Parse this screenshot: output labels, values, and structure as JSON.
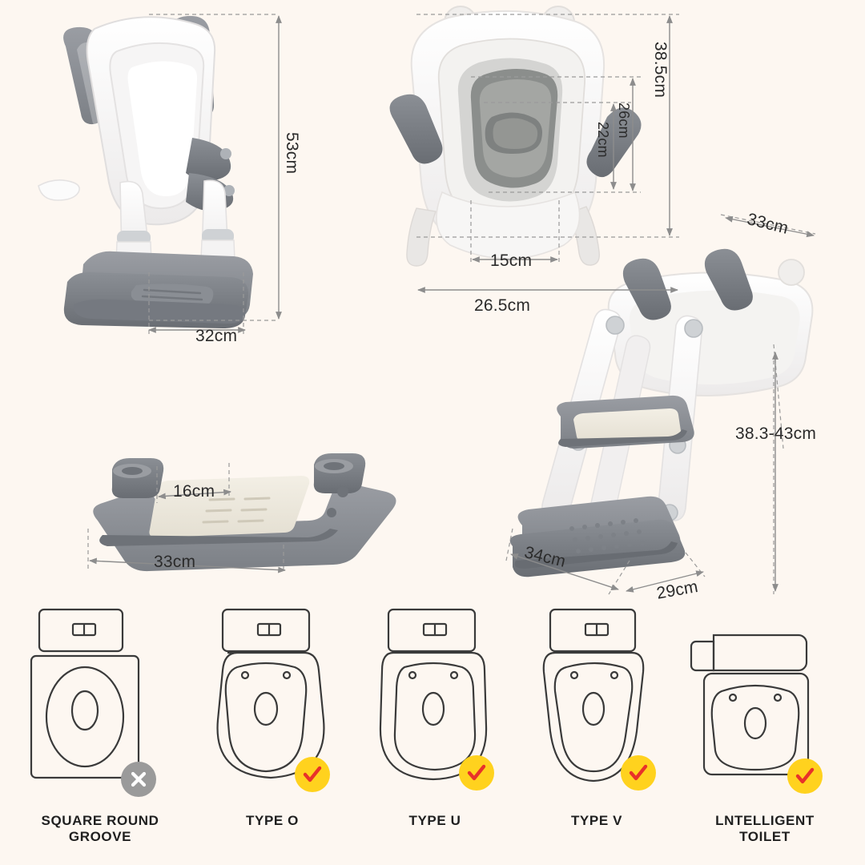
{
  "page": {
    "background_color": "#fdf7f1",
    "title": "Kids toilet training seat ladder – dimension diagram"
  },
  "dimensions": {
    "side_view_height": "53cm",
    "side_view_depth": "32cm",
    "front_seat_outer_height": "38.5cm",
    "front_seat_inner_height": "26cm",
    "front_seat_opening_height": "22cm",
    "front_opening_width": "15cm",
    "front_total_width": "26.5cm",
    "step_width_top": "16cm",
    "step_length": "33cm",
    "ladder_seat_depth": "33cm",
    "ladder_height_range": "38.3-43cm",
    "ladder_base_width": "34cm",
    "ladder_base_depth": "29cm"
  },
  "compatibility": {
    "items": [
      {
        "label": "SQUARE ROUND\nGROOVE",
        "label_line1": "SQUARE ROUND",
        "label_line2": "GROOVE",
        "status": "cross",
        "badge_color": "#9a9a9a"
      },
      {
        "label": "TYPE O",
        "label_line1": "TYPE O",
        "label_line2": "",
        "status": "check",
        "badge_color": "#ffd21e"
      },
      {
        "label": "TYPE U",
        "label_line1": "TYPE U",
        "label_line2": "",
        "status": "check",
        "badge_color": "#ffd21e"
      },
      {
        "label": "TYPE V",
        "label_line1": "TYPE V",
        "label_line2": "",
        "status": "check",
        "badge_color": "#ffd21e"
      },
      {
        "label": "LNTELLIGENT\nTOILET",
        "label_line1": "LNTELLIGENT",
        "label_line2": "TOILET",
        "status": "check",
        "badge_color": "#ffd21e"
      }
    ]
  },
  "colors": {
    "product_white": "#ffffff",
    "product_light": "#f2f2f2",
    "product_grey": "#8d9096",
    "product_dark_grey": "#6e7278",
    "dim_line": "#8d8d8d",
    "outline": "#3a3a3a",
    "check_yellow": "#ffd21e",
    "check_red": "#e8312a"
  }
}
